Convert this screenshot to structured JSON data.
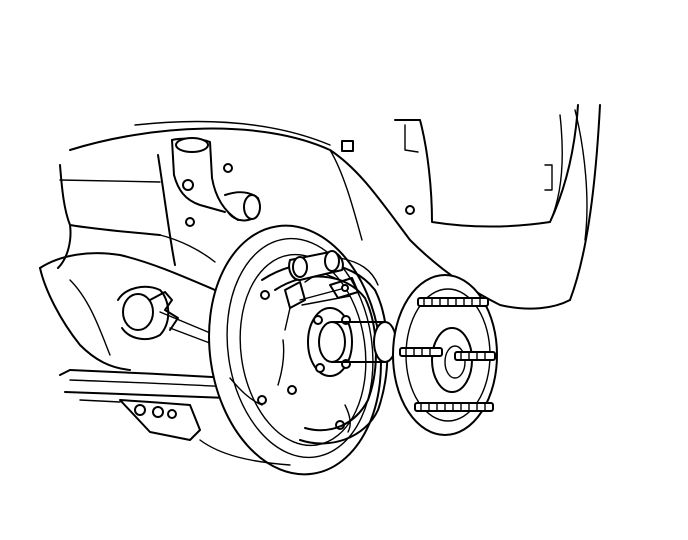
{
  "figure": {
    "subject": "rear-brake-drum-removal-illustration",
    "background": "#ffffff",
    "line_color": "#000000",
    "text_labels": []
  },
  "parts": {
    "body": "vehicle-body-panel",
    "axle": "rear-axle-housing",
    "spring": "leaf-spring",
    "backing_plate": "brake-backing-plate",
    "wheel_cylinder": "wheel-cylinder",
    "shoe_assembly": "brake-shoe-assembly",
    "hub_flange": "axle-hub-flange",
    "drum": "brake-drum",
    "studs": "wheel-lug-studs"
  }
}
